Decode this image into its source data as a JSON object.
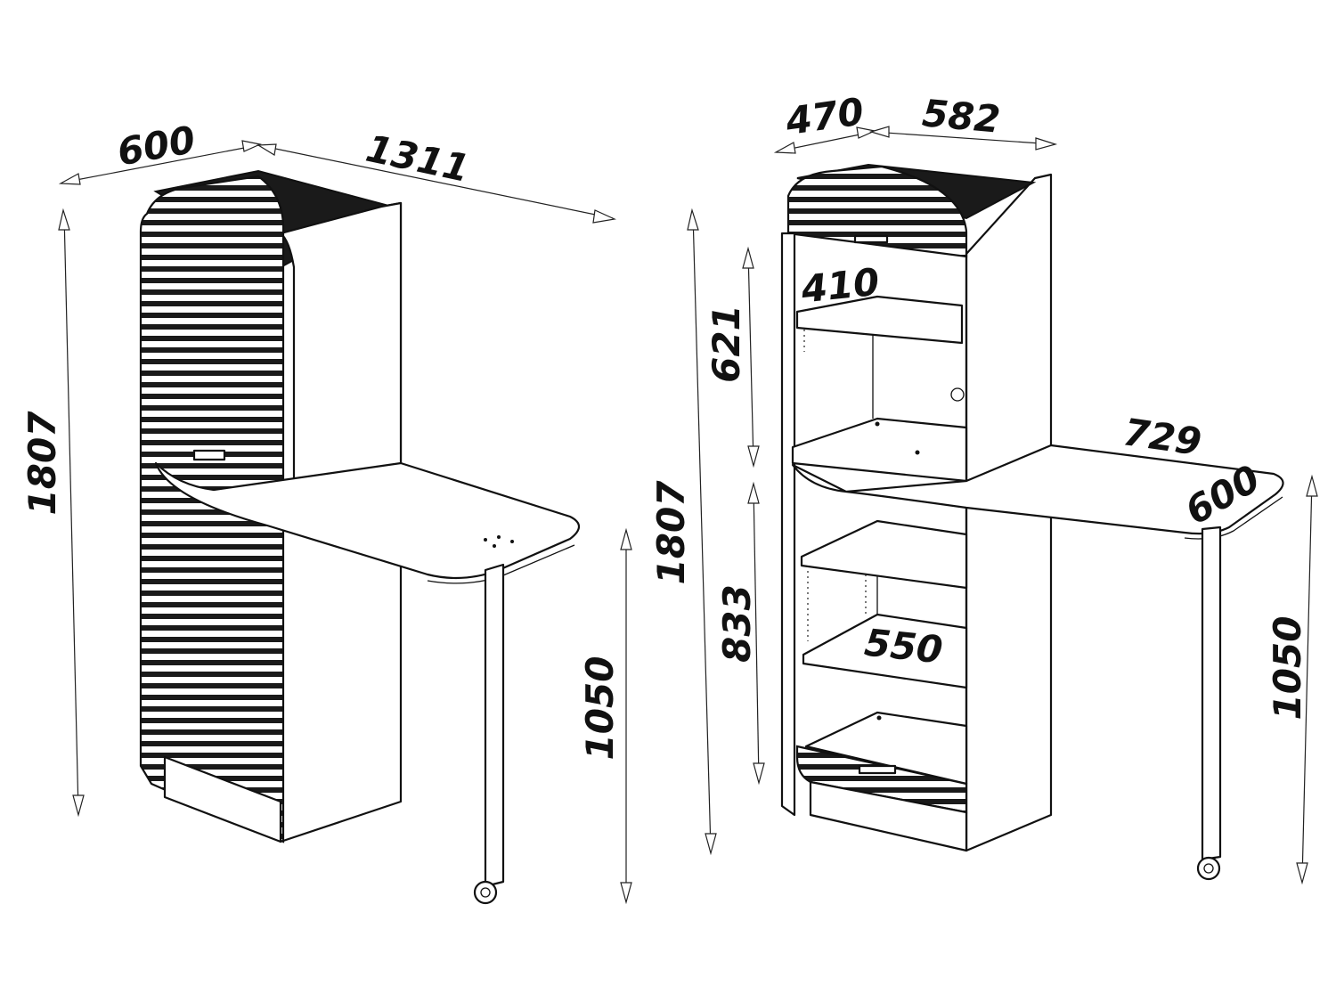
{
  "figure_left": {
    "dimensions": {
      "depth": "600",
      "width": "1311",
      "height": "1807",
      "table_height": "1050"
    }
  },
  "figure_right": {
    "dimensions": {
      "depth": "470",
      "width": "582",
      "height": "1807",
      "upper_compartment_height": "621",
      "lower_compartment_height": "833",
      "upper_shelf_depth": "410",
      "lower_shelf_depth": "550",
      "table_length": "729",
      "table_depth": "600",
      "table_height": "1050"
    }
  },
  "colors": {
    "line": "#111111",
    "background": "#ffffff",
    "shutter": "#1a1a1a"
  }
}
